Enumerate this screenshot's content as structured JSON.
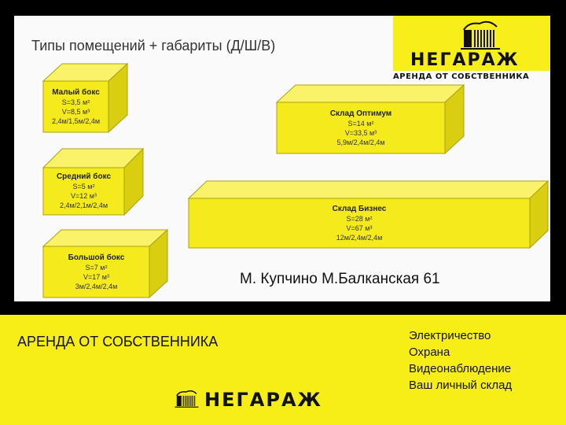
{
  "header": {
    "title": "Типы помещений + габариты (Д/Ш/В)"
  },
  "logo": {
    "name": "НЕГАРАЖ",
    "tagline": "АРЕНДА ОТ СОБСТВЕННИКА"
  },
  "boxes": [
    {
      "name": "Малый бокс",
      "area": "S=3,5 м²",
      "volume": "V=8,5 м³",
      "dims": "2,4м/1,5м/2,4м"
    },
    {
      "name": "Средний бокс",
      "area": "S=5 м²",
      "volume": "V=12 м³",
      "dims": "2,4м/2,1м/2,4м"
    },
    {
      "name": "Большой бокс",
      "area": "S=7 м²",
      "volume": "V=17 м³",
      "dims": "3м/2,4м/2,4м"
    },
    {
      "name": "Склад Оптимум",
      "area": "S=14 м²",
      "volume": "V=33,5 м³",
      "dims": "5,9м/2,4м/2,4м"
    },
    {
      "name": "Склад Бизнес",
      "area": "S=28 м²",
      "volume": "V=67 м³",
      "dims": "12м/2,4м/2,4м"
    }
  ],
  "address": "М. Купчино  М.Балканская 61",
  "footer": {
    "rent": "АРЕНДА ОТ СОБСТВЕННИКА",
    "features": [
      "Электричество",
      "Охрана",
      "Видеонаблюдение",
      "Ваш личный склад"
    ],
    "logo_name": "НЕГАРАЖ"
  },
  "colors": {
    "yellow": "#f8ee17",
    "box_front": "#f5eb1c",
    "box_top": "#faf36a",
    "box_side": "#d9cf10"
  }
}
